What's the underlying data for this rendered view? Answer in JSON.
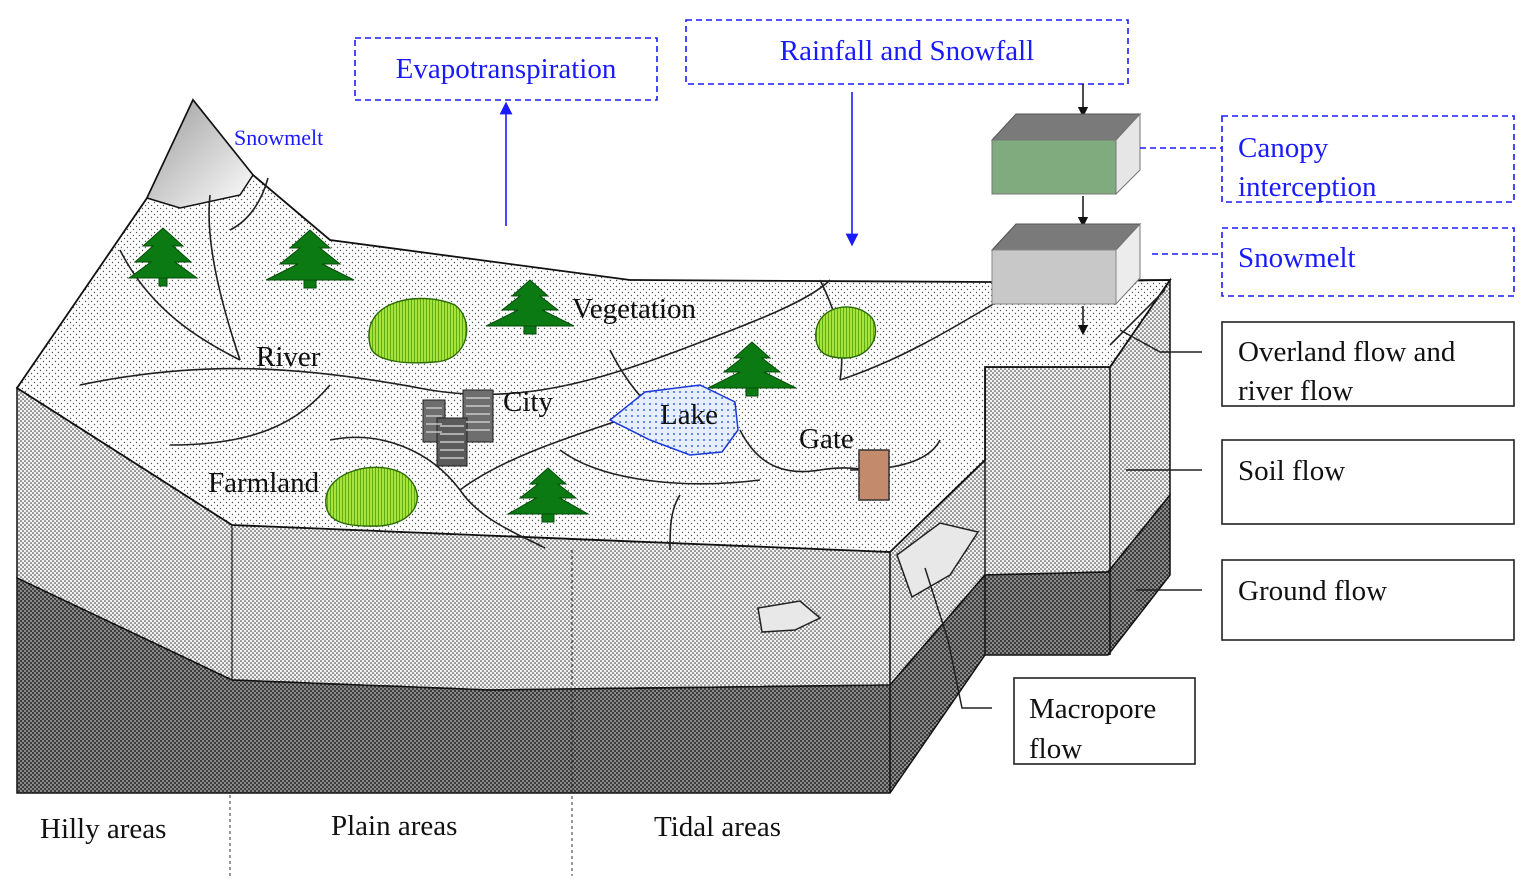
{
  "top_labels": {
    "evapotranspiration": "Evapotranspiration",
    "precipitation": "Rainfall and Snowfall"
  },
  "process_boxes": {
    "canopy_interception": [
      "Canopy",
      "interception"
    ],
    "snowmelt": "Snowmelt",
    "overland_flow": [
      "Overland flow and",
      "river flow"
    ],
    "soil_flow": "Soil flow",
    "ground_flow": "Ground flow",
    "macropore_flow": [
      "Macropore",
      "flow"
    ]
  },
  "map_labels": {
    "snowmelt": "Snowmelt",
    "river": "River",
    "vegetation": "Vegetation",
    "city": "City",
    "lake": "Lake",
    "gate": "Gate",
    "farmland": "Farmland"
  },
  "area_labels": {
    "hilly": "Hilly areas",
    "plain": "Plain areas",
    "tidal": "Tidal areas"
  },
  "colors": {
    "blue_text": "#1a1aff",
    "vegetation_green": "#0c7a12",
    "farmland_green": "#8fd630",
    "canopy_green": "#7fab7f",
    "gate_brown": "#c38b6b",
    "lake_blue": "#cfe0ff"
  }
}
